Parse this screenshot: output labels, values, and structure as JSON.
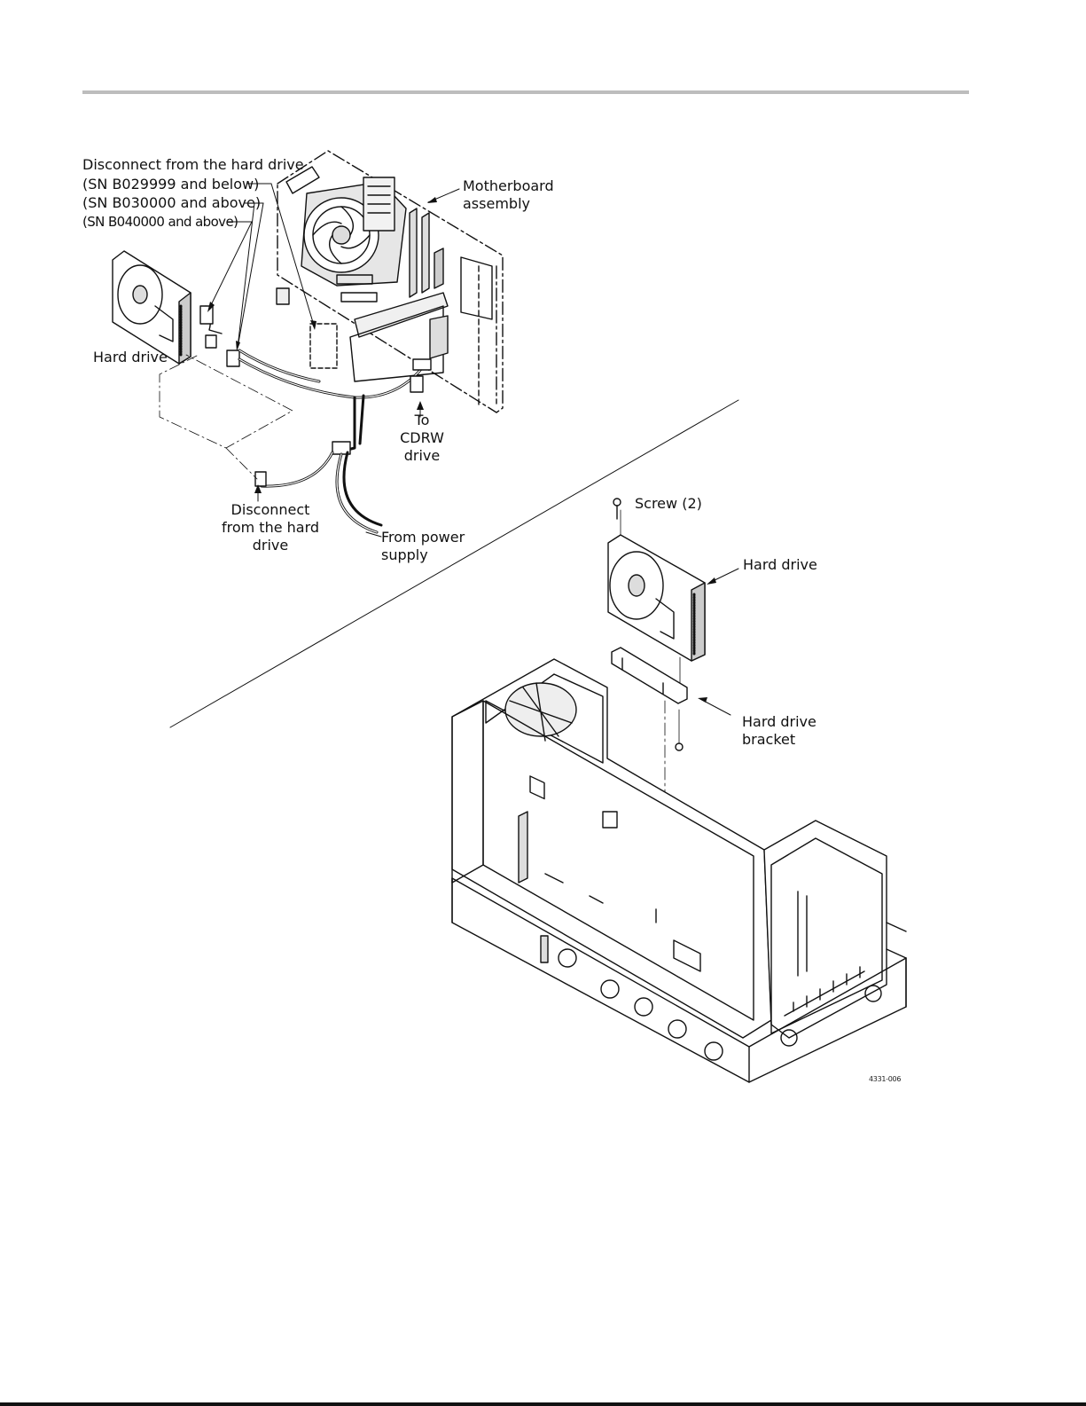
{
  "figure": {
    "figure_number": "4331-006",
    "labels": {
      "disconnect_top": "Disconnect from the hard drive",
      "sn_below_029999": "(SN B029999 and below)",
      "sn_above_030000": "(SN B030000 and above)",
      "sn_above_040000": "(SN B040000 and above)",
      "motherboard": "Motherboard assembly",
      "hard_drive_left": "Hard drive",
      "to_cdrw": "To CDRW drive",
      "disconnect_bottom": "Disconnect from the hard drive",
      "from_power": "From power supply",
      "screw": "Screw (2)",
      "hard_drive_right": "Hard drive",
      "bracket": "Hard drive bracket"
    }
  }
}
